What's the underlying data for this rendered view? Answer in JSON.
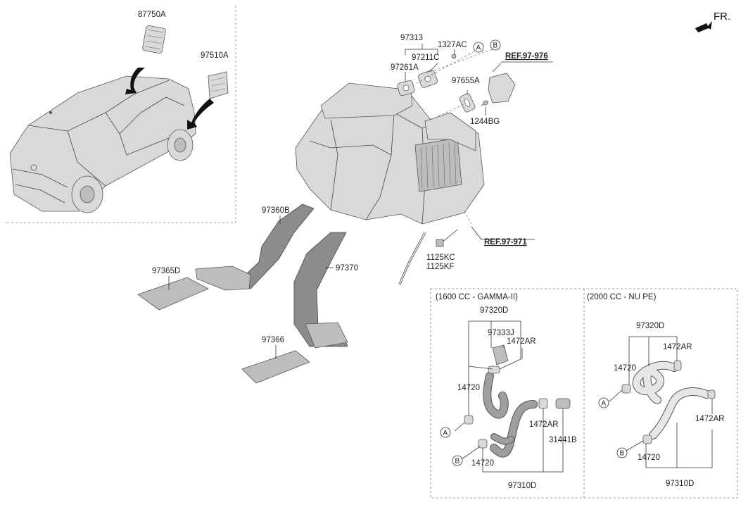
{
  "front_label": "FR.",
  "labels": {
    "p87750A": "87750A",
    "p97510A": "97510A",
    "p97313": "97313",
    "p1327AC": "1327AC",
    "p97211C": "97211C",
    "p97261A": "97261A",
    "p97655A": "97655A",
    "p1244BG": "1244BG",
    "p97360B": "97360B",
    "p97365D": "97365D",
    "p97370": "97370",
    "p97366": "97366",
    "p1125KC": "1125KC",
    "p1125KF": "1125KF"
  },
  "refs": {
    "ref976": "REF.97-976",
    "ref971": "REF.97-971"
  },
  "circles": {
    "a": "A",
    "b": "B"
  },
  "panel_gamma": {
    "title": "(1600 CC - GAMMA-II)",
    "p97320D": "97320D",
    "p97333J": "97333J",
    "p1472AR_top": "1472AR",
    "p14720_mid": "14720",
    "p1472AR_mid": "1472AR",
    "p31441B": "31441B",
    "p14720_bot": "14720",
    "p97310D": "97310D"
  },
  "panel_nu": {
    "title": "(2000 CC - NU PE)",
    "p97320D": "97320D",
    "p1472AR_top": "1472AR",
    "p14720_mid": "14720",
    "p1472AR_mid": "1472AR",
    "p14720_bot": "14720",
    "p97310D": "97310D"
  }
}
